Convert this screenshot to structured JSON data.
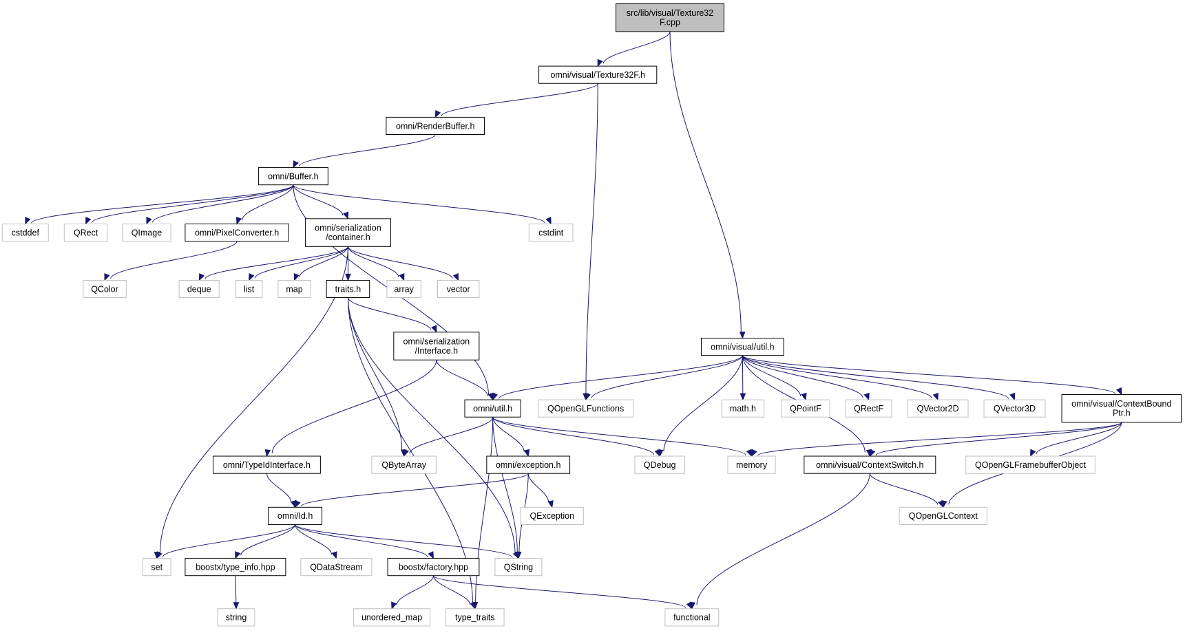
{
  "colors": {
    "edge": "#191970",
    "root_fill": "#bfbfbf",
    "doc_border": "#000000",
    "ext_border": "#bfbfbf"
  },
  "nodes": {
    "root": {
      "lines": [
        "src/lib/visual/Texture32",
        "F.cpp"
      ],
      "kind": "root"
    },
    "texture32f_h": {
      "lines": [
        "omni/visual/Texture32F.h"
      ],
      "kind": "documented"
    },
    "renderbuffer_h": {
      "lines": [
        "omni/RenderBuffer.h"
      ],
      "kind": "documented"
    },
    "buffer_h": {
      "lines": [
        "omni/Buffer.h"
      ],
      "kind": "documented"
    },
    "cstddef": {
      "lines": [
        "cstddef"
      ],
      "kind": "external"
    },
    "qrect": {
      "lines": [
        "QRect"
      ],
      "kind": "external"
    },
    "qimage": {
      "lines": [
        "QImage"
      ],
      "kind": "external"
    },
    "pixelconverter_h": {
      "lines": [
        "omni/PixelConverter.h"
      ],
      "kind": "documented"
    },
    "container_h": {
      "lines": [
        "omni/serialization",
        "/container.h"
      ],
      "kind": "documented"
    },
    "cstdint": {
      "lines": [
        "cstdint"
      ],
      "kind": "external"
    },
    "qcolor": {
      "lines": [
        "QColor"
      ],
      "kind": "external"
    },
    "deque": {
      "lines": [
        "deque"
      ],
      "kind": "external"
    },
    "list": {
      "lines": [
        "list"
      ],
      "kind": "external"
    },
    "map": {
      "lines": [
        "map"
      ],
      "kind": "external"
    },
    "traits_h": {
      "lines": [
        "traits.h"
      ],
      "kind": "documented"
    },
    "array": {
      "lines": [
        "array"
      ],
      "kind": "external"
    },
    "vector": {
      "lines": [
        "vector"
      ],
      "kind": "external"
    },
    "interface_h": {
      "lines": [
        "omni/serialization",
        "/Interface.h"
      ],
      "kind": "documented"
    },
    "visual_util_h": {
      "lines": [
        "omni/visual/util.h"
      ],
      "kind": "documented"
    },
    "util_h": {
      "lines": [
        "omni/util.h"
      ],
      "kind": "documented"
    },
    "qopenglfunctions": {
      "lines": [
        "QOpenGLFunctions"
      ],
      "kind": "external"
    },
    "math_h": {
      "lines": [
        "math.h"
      ],
      "kind": "external"
    },
    "qpointf": {
      "lines": [
        "QPointF"
      ],
      "kind": "external"
    },
    "qrectf": {
      "lines": [
        "QRectF"
      ],
      "kind": "external"
    },
    "qvector2d": {
      "lines": [
        "QVector2D"
      ],
      "kind": "external"
    },
    "qvector3d": {
      "lines": [
        "QVector3D"
      ],
      "kind": "external"
    },
    "contextboundptr_h": {
      "lines": [
        "omni/visual/ContextBound",
        "Ptr.h"
      ],
      "kind": "documented"
    },
    "typeidinterface_h": {
      "lines": [
        "omni/TypeIdInterface.h"
      ],
      "kind": "documented"
    },
    "qbytearray": {
      "lines": [
        "QByteArray"
      ],
      "kind": "external"
    },
    "exception_h": {
      "lines": [
        "omni/exception.h"
      ],
      "kind": "documented"
    },
    "qdebug": {
      "lines": [
        "QDebug"
      ],
      "kind": "external"
    },
    "memory": {
      "lines": [
        "memory"
      ],
      "kind": "external"
    },
    "contextswitch_h": {
      "lines": [
        "omni/visual/ContextSwitch.h"
      ],
      "kind": "documented"
    },
    "qopenglframebufferobject": {
      "lines": [
        "QOpenGLFramebufferObject"
      ],
      "kind": "external"
    },
    "id_h": {
      "lines": [
        "omni/Id.h"
      ],
      "kind": "documented"
    },
    "qexception": {
      "lines": [
        "QException"
      ],
      "kind": "external"
    },
    "qopenglcontext": {
      "lines": [
        "QOpenGLContext"
      ],
      "kind": "external"
    },
    "set": {
      "lines": [
        "set"
      ],
      "kind": "external"
    },
    "type_info_hpp": {
      "lines": [
        "boostx/type_info.hpp"
      ],
      "kind": "documented"
    },
    "qdatastream": {
      "lines": [
        "QDataStream"
      ],
      "kind": "external"
    },
    "factory_hpp": {
      "lines": [
        "boostx/factory.hpp"
      ],
      "kind": "documented"
    },
    "qstring": {
      "lines": [
        "QString"
      ],
      "kind": "external"
    },
    "string": {
      "lines": [
        "string"
      ],
      "kind": "external"
    },
    "unordered_map": {
      "lines": [
        "unordered_map"
      ],
      "kind": "external"
    },
    "type_traits": {
      "lines": [
        "type_traits"
      ],
      "kind": "external"
    },
    "functional": {
      "lines": [
        "functional"
      ],
      "kind": "external"
    }
  },
  "edges": [
    [
      "root",
      "texture32f_h"
    ],
    [
      "root",
      "visual_util_h"
    ],
    [
      "texture32f_h",
      "renderbuffer_h"
    ],
    [
      "texture32f_h",
      "qopenglfunctions"
    ],
    [
      "renderbuffer_h",
      "buffer_h"
    ],
    [
      "buffer_h",
      "cstddef"
    ],
    [
      "buffer_h",
      "qrect"
    ],
    [
      "buffer_h",
      "qimage"
    ],
    [
      "buffer_h",
      "pixelconverter_h"
    ],
    [
      "buffer_h",
      "container_h"
    ],
    [
      "buffer_h",
      "util_h"
    ],
    [
      "buffer_h",
      "cstdint"
    ],
    [
      "pixelconverter_h",
      "qcolor"
    ],
    [
      "container_h",
      "set"
    ],
    [
      "container_h",
      "deque"
    ],
    [
      "container_h",
      "list"
    ],
    [
      "container_h",
      "map"
    ],
    [
      "container_h",
      "traits_h"
    ],
    [
      "container_h",
      "array"
    ],
    [
      "container_h",
      "vector"
    ],
    [
      "traits_h",
      "interface_h"
    ],
    [
      "traits_h",
      "qbytearray"
    ],
    [
      "traits_h",
      "qstring"
    ],
    [
      "traits_h",
      "type_traits"
    ],
    [
      "interface_h",
      "util_h"
    ],
    [
      "interface_h",
      "typeidinterface_h"
    ],
    [
      "visual_util_h",
      "util_h"
    ],
    [
      "visual_util_h",
      "qopenglfunctions"
    ],
    [
      "visual_util_h",
      "qdebug"
    ],
    [
      "visual_util_h",
      "contextswitch_h"
    ],
    [
      "visual_util_h",
      "math_h"
    ],
    [
      "visual_util_h",
      "qpointf"
    ],
    [
      "visual_util_h",
      "qrectf"
    ],
    [
      "visual_util_h",
      "qvector2d"
    ],
    [
      "visual_util_h",
      "qvector3d"
    ],
    [
      "visual_util_h",
      "contextboundptr_h"
    ],
    [
      "util_h",
      "qbytearray"
    ],
    [
      "util_h",
      "exception_h"
    ],
    [
      "util_h",
      "qdebug"
    ],
    [
      "util_h",
      "memory"
    ],
    [
      "util_h",
      "qstring"
    ],
    [
      "util_h",
      "type_traits"
    ],
    [
      "contextboundptr_h",
      "memory"
    ],
    [
      "contextboundptr_h",
      "contextswitch_h"
    ],
    [
      "contextboundptr_h",
      "qopenglframebufferobject"
    ],
    [
      "contextboundptr_h",
      "qopenglcontext"
    ],
    [
      "typeidinterface_h",
      "id_h"
    ],
    [
      "exception_h",
      "id_h"
    ],
    [
      "exception_h",
      "qexception"
    ],
    [
      "exception_h",
      "qstring"
    ],
    [
      "contextswitch_h",
      "qopenglcontext"
    ],
    [
      "contextswitch_h",
      "functional"
    ],
    [
      "id_h",
      "set"
    ],
    [
      "id_h",
      "type_info_hpp"
    ],
    [
      "id_h",
      "qdatastream"
    ],
    [
      "id_h",
      "factory_hpp"
    ],
    [
      "id_h",
      "qstring"
    ],
    [
      "type_info_hpp",
      "string"
    ],
    [
      "factory_hpp",
      "unordered_map"
    ],
    [
      "factory_hpp",
      "type_traits"
    ],
    [
      "factory_hpp",
      "functional"
    ]
  ]
}
